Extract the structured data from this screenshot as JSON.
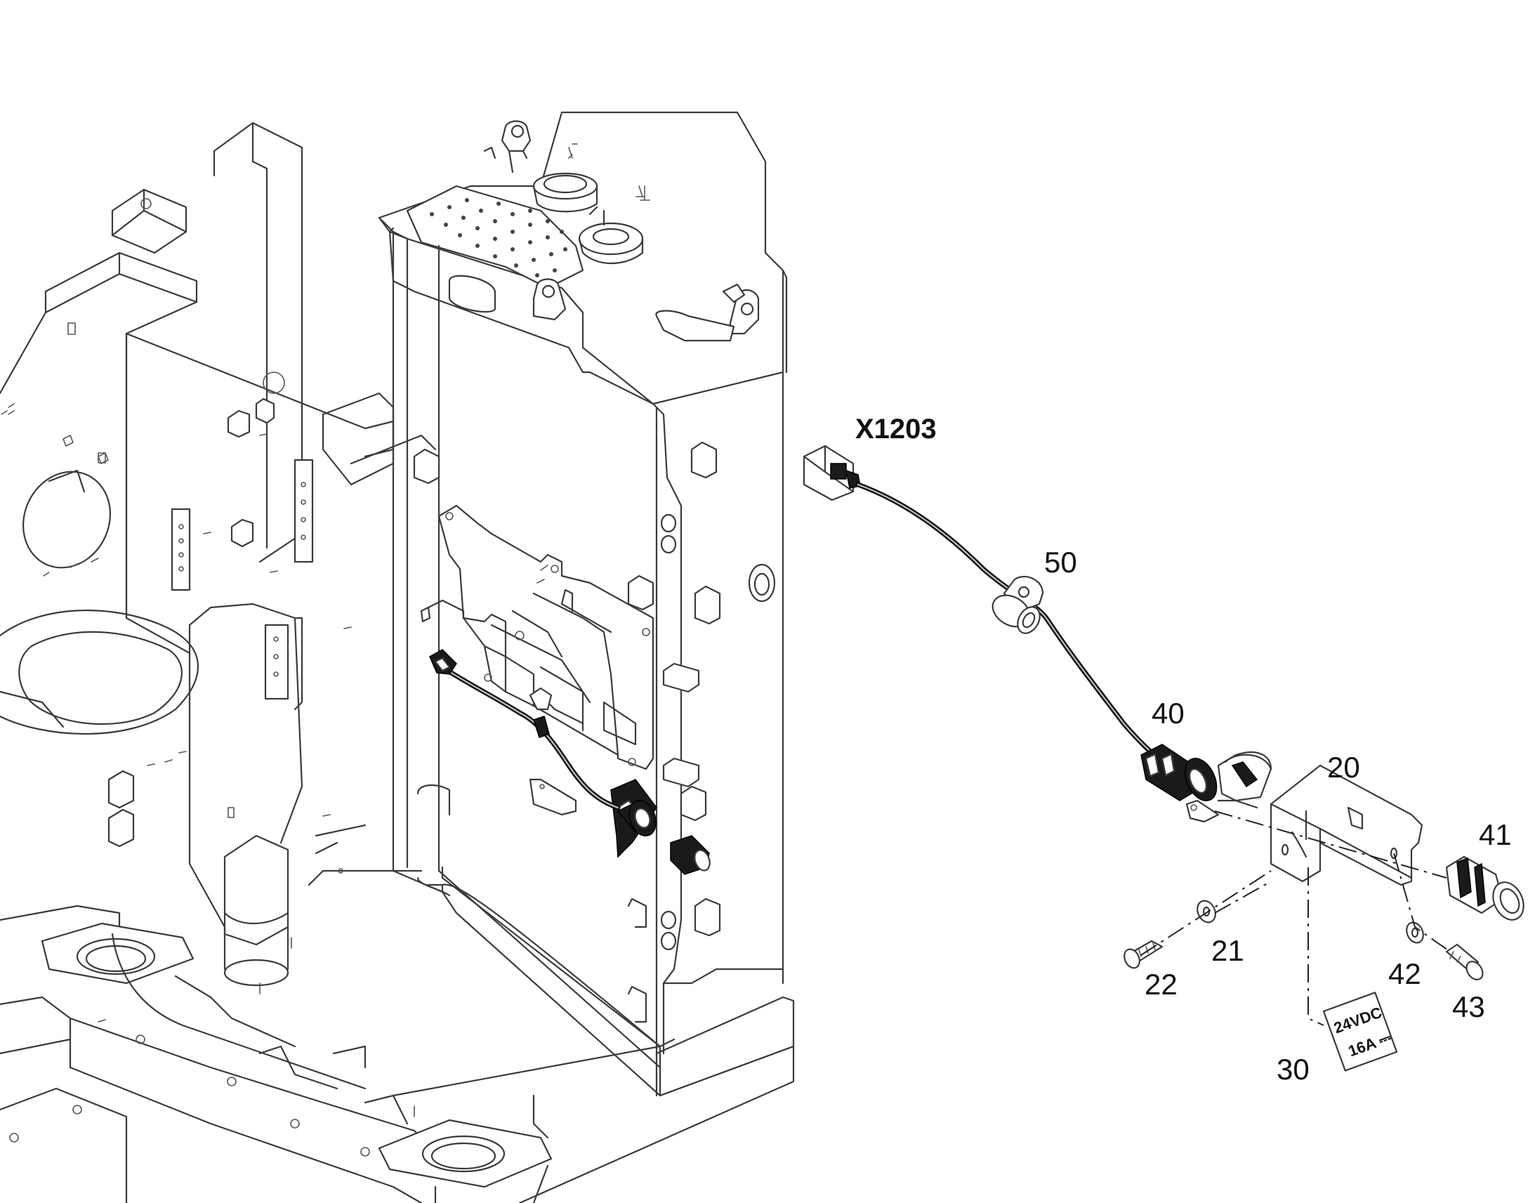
{
  "connector_label": "X1203",
  "callouts": {
    "c20": "20",
    "c21": "21",
    "c22": "22",
    "c30": "30",
    "c40": "40",
    "c41": "41",
    "c42": "42",
    "c43": "43",
    "c50": "50"
  },
  "rating_plate": {
    "voltage": "24VDC",
    "current": "16A ⎓"
  }
}
